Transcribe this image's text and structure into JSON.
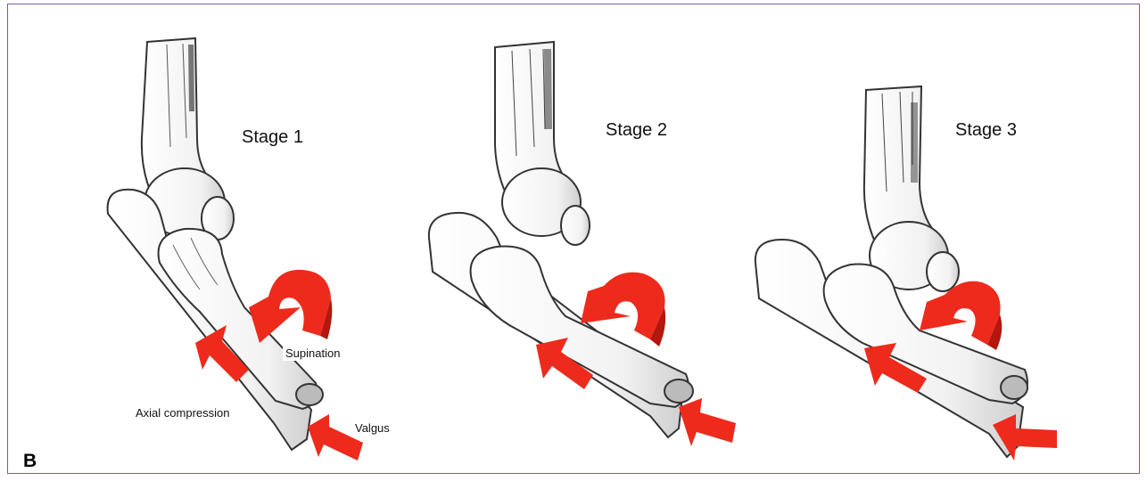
{
  "panel_letter": "B",
  "stages": [
    {
      "label": "Stage  1"
    },
    {
      "label": "Stage  2"
    },
    {
      "label": "Stage  3"
    }
  ],
  "force_labels": {
    "supination": "Supination",
    "axial_compression": "Axial compression",
    "valgus": "Valgus"
  },
  "colors": {
    "arrow": "#ee2a1c",
    "arrow_dark": "#b5160e",
    "bone_outline": "#333333",
    "frame": "#7b5ea7"
  }
}
